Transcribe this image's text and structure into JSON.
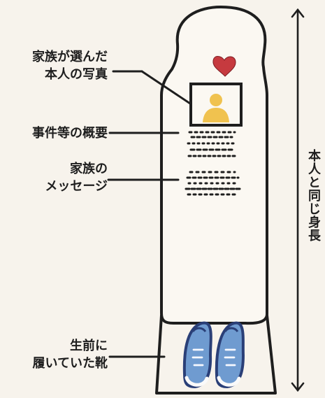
{
  "labels": {
    "photo": {
      "lines": [
        "家族が選んだ",
        "本人の写真"
      ]
    },
    "summary": {
      "lines": [
        "事件等の概要"
      ]
    },
    "message": {
      "lines": [
        "家族の",
        "メッセージ"
      ]
    },
    "shoes": {
      "lines": [
        "生前に",
        "履いていた靴"
      ]
    }
  },
  "height_label": "本人と同じ身長",
  "colors": {
    "background": "#f7f3ec",
    "outline": "#1e1e1e",
    "heart": "#c63a3f",
    "photo_person": "#f0c24f",
    "shoe_fill": "#6f9bd0",
    "shoe_outline": "#2a3f77",
    "shoe_sole": "#fafafa"
  },
  "icons": {
    "heart": "heart-icon",
    "photo": "person-photo-icon",
    "shoe": "sneaker-icon"
  }
}
